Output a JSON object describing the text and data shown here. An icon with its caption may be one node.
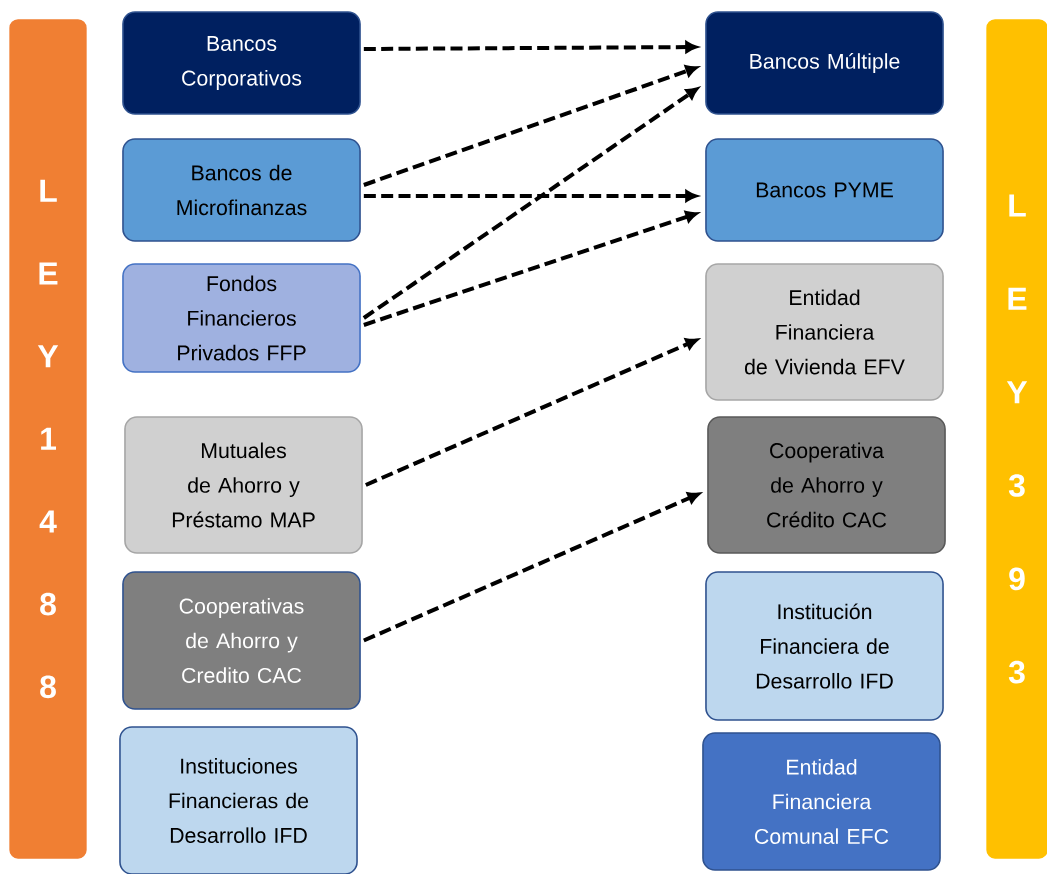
{
  "diagram": {
    "nodes": [
      {
        "text": [
          "L E Y 1 4 8 8"
        ]
      },
      {
        "text": [
          "Bancos Corporativos"
        ]
      },
      {
        "text": [
          "Bancos de Microfinanzas"
        ]
      },
      {
        "text": [
          "Fondos Financieros Privados FFP"
        ]
      },
      {
        "text": [
          "Mutuales de Ahorro y Préstamo MAP"
        ]
      },
      {
        "text": [
          "Cooperativas de Ahorro y Credito CAC"
        ]
      },
      {
        "text": [
          "Instituciones Financieras de Desarrollo IFD"
        ]
      },
      {
        "text": [
          "Bancos Múltiple"
        ]
      },
      {
        "text": [
          "Bancos PYME"
        ]
      },
      {
        "text": [
          "Entidad Financiera de Vivienda EFV"
        ]
      },
      {
        "text": [
          "Cooperativa de Ahorro y Crédito CAC"
        ]
      },
      {
        "text": [
          "Institución Financiera de Desarrollo IFD"
        ]
      },
      {
        "text": [
          "Entidad Financiera Comunal EFC"
        ]
      },
      {
        "text": [
          "L E Y 3 9 3"
        ]
      }
    ],
    "edges": [
      {
        "from": 1,
        "to": 7,
        "arrow": "to",
        "style": "dashed"
      },
      {
        "from": 2,
        "to": 7,
        "arrow": "to",
        "style": "dashed"
      },
      {
        "from": 2,
        "to": 8,
        "arrow": "to",
        "style": "dashed"
      },
      {
        "from": 3,
        "to": 7,
        "arrow": "to",
        "style": "dashed"
      },
      {
        "from": 3,
        "to": 8,
        "arrow": "to",
        "style": "dashed"
      },
      {
        "from": 4,
        "to": 9,
        "arrow": "to",
        "style": "dashed"
      },
      {
        "from": 5,
        "to": 10,
        "arrow": "to",
        "style": "dashed"
      }
    ]
  }
}
